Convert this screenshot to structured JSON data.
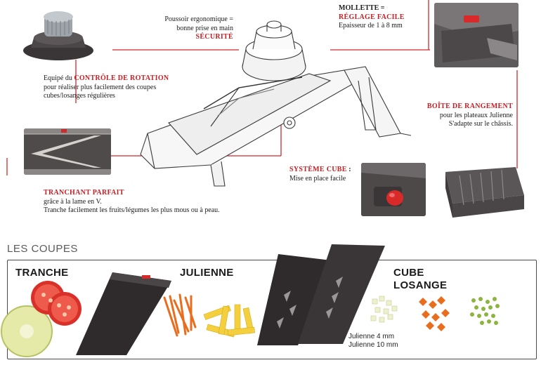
{
  "callouts": {
    "poussoir": {
      "line1": "Poussoir ergonomique =",
      "line2_plain": "bonne prise en main ",
      "line2_red": "SÉCURITÉ"
    },
    "mollette": {
      "line1": "MOLLETTE =",
      "line2": "RÉGLAGE  FACILE",
      "line3": "Epaisseur de 1 à 8 mm"
    },
    "rotation": {
      "prefix": "Equipé du ",
      "red": "CONTRÔLE DE ROTATION",
      "line2": "pour réaliser plus facilement des coupes",
      "line3": "cubes/losanges régulières"
    },
    "rangement": {
      "title": "BOÎTE DE RANGEMENT",
      "line2": "pour les plateaux Julienne",
      "line3": "S'adapte sur le châssis."
    },
    "cube": {
      "title": "SYSTÈME CUBE",
      "suffix": " :",
      "line2": "Mise  en  place facile"
    },
    "tranchant": {
      "title": "TRANCHANT  PARFAIT",
      "line2": "grâce à la lame en V.",
      "line3": "Tranche facilement les fruits/légumes les  plus  mous  ou à peau."
    }
  },
  "section": {
    "title": "LES COUPES",
    "cuts": {
      "tranche": "TRANCHE",
      "julienne": "JULIENNE",
      "cube": "CUBE",
      "losange": "LOSANGE"
    },
    "julienne_sizes": [
      "Julienne 4 mm",
      "Julienne 10 mm"
    ]
  },
  "colors": {
    "accent_red": "#c81e24",
    "plate_dark": "#2f2b2c",
    "line_red": "#d0282e"
  }
}
